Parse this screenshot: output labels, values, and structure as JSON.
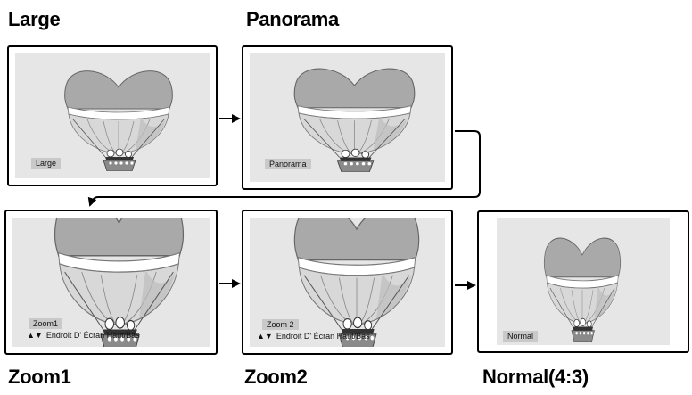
{
  "modes": [
    {
      "id": "large",
      "heading": "Large",
      "osd_label": "Large"
    },
    {
      "id": "panorama",
      "heading": "Panorama",
      "osd_label": "Panorama"
    },
    {
      "id": "zoom1",
      "heading": "Zoom1",
      "osd_label": "Zoom1",
      "osd_sub": "Endroit  D'  Écran Haut/Bas"
    },
    {
      "id": "zoom2",
      "heading": "Zoom2",
      "osd_label": "Zoom 2",
      "osd_sub": "Endroit  D'  Écran Haut/Bas"
    },
    {
      "id": "normal",
      "heading": "Normal(4:3)",
      "osd_label": "Normal"
    }
  ],
  "icons": {
    "osd_sub": "up-down-arrow-icon",
    "connector": "arrow-icon"
  }
}
